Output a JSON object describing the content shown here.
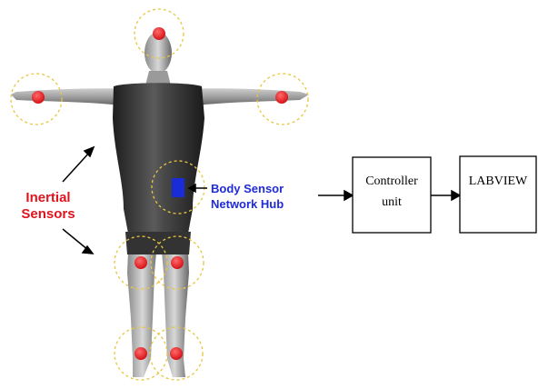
{
  "labels": {
    "inertial_line1": "Inertial",
    "inertial_line2": "Sensors",
    "hub_line1": "Body Sensor",
    "hub_line2": "Network Hub"
  },
  "blocks": {
    "controller_line1": "Controller",
    "controller_line2": "unit",
    "labview": "LABVIEW"
  },
  "colors": {
    "sensor": "#e8141c",
    "hub": "#1a2bd8",
    "sensor_label": "#e0141e",
    "hub_label": "#1f2bd6",
    "halo": "#e8c640",
    "body": "#3a3a3a"
  }
}
